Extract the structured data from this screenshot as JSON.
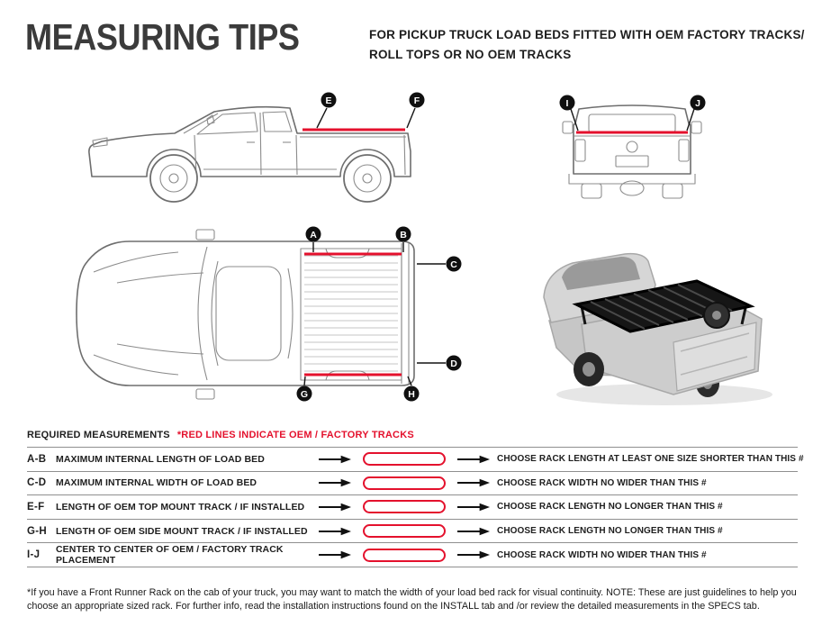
{
  "header": {
    "title": "MEASURING TIPS",
    "subtitle_line1": "FOR PICKUP TRUCK LOAD BEDS FITTED WITH OEM FACTORY TRACKS/",
    "subtitle_line2": "ROLL TOPS OR NO OEM TRACKS"
  },
  "diagram_labels": {
    "side": [
      "E",
      "F"
    ],
    "rear": [
      "I",
      "J"
    ],
    "top": [
      "A",
      "B",
      "C",
      "D",
      "G",
      "H"
    ]
  },
  "measurements": {
    "heading": "REQUIRED MEASUREMENTS",
    "heading_note": "*RED LINES INDICATE OEM / FACTORY TRACKS",
    "rows": [
      {
        "id": "A-B",
        "description": "MAXIMUM  INTERNAL LENGTH OF LOAD BED",
        "guidance": "CHOOSE RACK LENGTH AT LEAST ONE SIZE SHORTER THAN THIS #"
      },
      {
        "id": "C-D",
        "description": "MAXIMUM INTERNAL WIDTH OF LOAD BED",
        "guidance": "CHOOSE RACK WIDTH NO WIDER THAN THIS #"
      },
      {
        "id": "E-F",
        "description": "LENGTH OF OEM TOP MOUNT TRACK / IF INSTALLED",
        "guidance": "CHOOSE RACK LENGTH NO LONGER THAN THIS #"
      },
      {
        "id": "G-H",
        "description": "LENGTH OF OEM SIDE MOUNT TRACK / IF INSTALLED",
        "guidance": "CHOOSE RACK LENGTH NO LONGER THAN THIS #"
      },
      {
        "id": "I-J",
        "description": "CENTER TO CENTER OF OEM / FACTORY TRACK PLACEMENT",
        "guidance": "CHOOSE RACK WIDTH NO WIDER THAN THIS #"
      }
    ]
  },
  "footer": {
    "note": "*If you have a Front Runner Rack on the cab of your truck, you may want to match the width of your load bed rack for visual continuity. NOTE: These are just guidelines to help you choose an appropriate sized rack. For further info, read the installation instructions found on the INSTALL tab and /or review the detailed measurements in the SPECS tab."
  },
  "colors": {
    "accent_red": "#e4112d",
    "text_dark": "#1e1e1e",
    "title_gray": "#3b3b3b",
    "divider_gray": "#8f8f8f",
    "line_gray": "#6e6e6e"
  }
}
